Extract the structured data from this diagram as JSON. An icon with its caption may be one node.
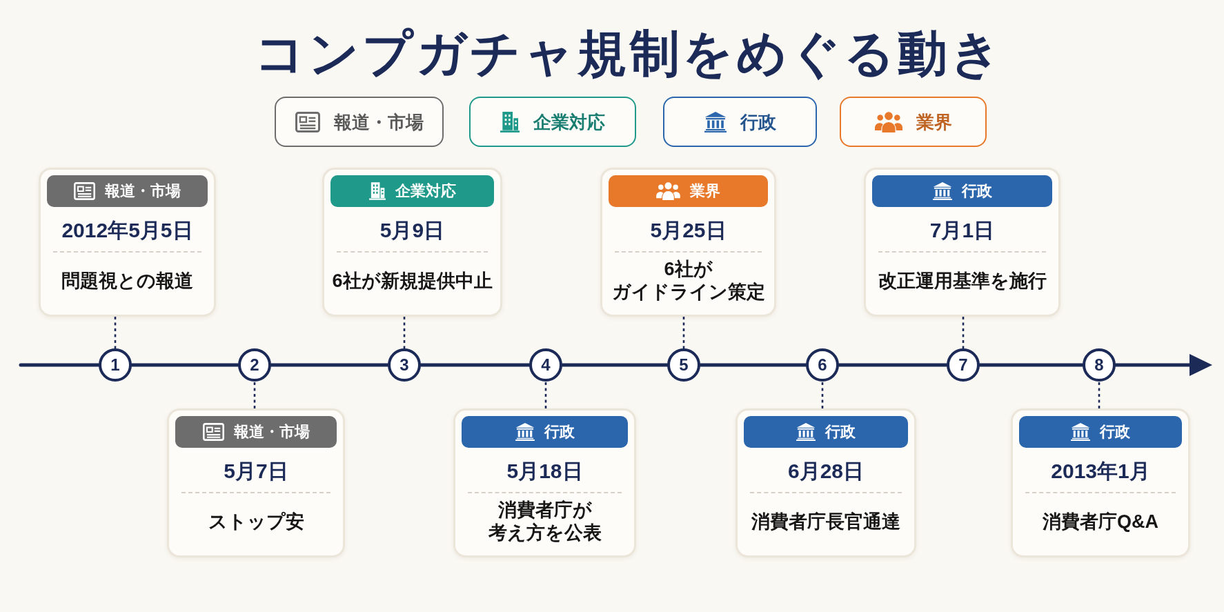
{
  "diagram": {
    "title": "コンプガチャ規制をめぐる動き",
    "nodes": [
      {
        "text": [
          "報道・市場",
          "2012年5月5日",
          "問題視との報道"
        ]
      },
      {
        "text": [
          "報道・市場",
          "5月7日",
          "ストップ安"
        ]
      },
      {
        "text": [
          "企業対応",
          "5月9日",
          "6社が新規提供中止"
        ]
      },
      {
        "text": [
          "行政",
          "5月18日",
          "消費者庁が考え方を公表"
        ]
      },
      {
        "text": [
          "業界",
          "5月25日",
          "6社がガイドライン策定"
        ]
      },
      {
        "text": [
          "行政",
          "6月28日",
          "消費者庁長官通達"
        ]
      },
      {
        "text": [
          "行政",
          "7月1日",
          "改正運用基準を施行"
        ]
      },
      {
        "text": [
          "行政",
          "2013年1月",
          "消費者庁Q&A"
        ]
      },
      {
        "text": [
          "1"
        ]
      },
      {
        "text": [
          "2"
        ]
      },
      {
        "text": [
          "3"
        ]
      },
      {
        "text": [
          "4"
        ]
      },
      {
        "text": [
          "5"
        ]
      },
      {
        "text": [
          "6"
        ]
      },
      {
        "text": [
          "7"
        ]
      },
      {
        "text": [
          "8"
        ]
      }
    ],
    "edges": [
      {
        "from": 0,
        "to": 8,
        "arrow": "none",
        "style": "dashed"
      },
      {
        "from": 1,
        "to": 9,
        "arrow": "none",
        "style": "dashed"
      },
      {
        "from": 2,
        "to": 10,
        "arrow": "none",
        "style": "dashed"
      },
      {
        "from": 3,
        "to": 11,
        "arrow": "none",
        "style": "dashed"
      },
      {
        "from": 4,
        "to": 12,
        "arrow": "none",
        "style": "dashed"
      },
      {
        "from": 5,
        "to": 13,
        "arrow": "none",
        "style": "dashed"
      },
      {
        "from": 6,
        "to": 14,
        "arrow": "none",
        "style": "dashed"
      },
      {
        "from": 7,
        "to": 15,
        "arrow": "none",
        "style": "dashed"
      }
    ],
    "legend": [
      {
        "text": "報道・市場",
        "color": "#6d6d6d"
      },
      {
        "text": "企業対応",
        "color": "#1f9a8a"
      },
      {
        "text": "行政",
        "color": "#2b66ad"
      },
      {
        "text": "業界",
        "color": "#e8792a"
      }
    ]
  }
}
